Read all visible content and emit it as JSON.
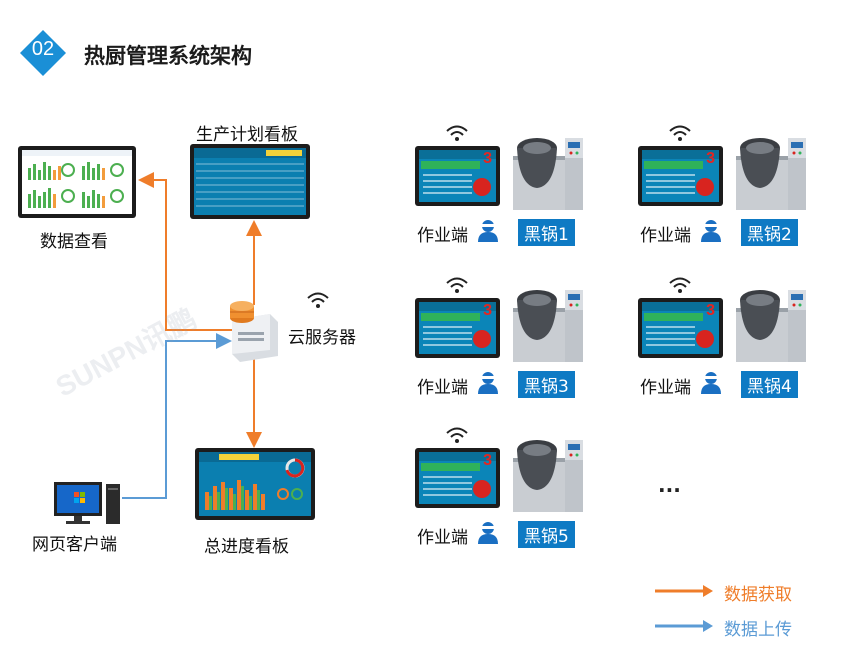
{
  "header": {
    "badge": "02",
    "title": "热厨管理系统架构"
  },
  "nodes": {
    "data_view": "数据查看",
    "production_board": "生产计划看板",
    "cloud_server": "云服务器",
    "web_client": "网页客户端",
    "progress_board": "总进度看板"
  },
  "watermark": "SUNPN讯鹏",
  "stations": [
    {
      "terminal_label": "作业端",
      "wok_label": "黑锅1",
      "screen_num": "3"
    },
    {
      "terminal_label": "作业端",
      "wok_label": "黑锅2",
      "screen_num": "3"
    },
    {
      "terminal_label": "作业端",
      "wok_label": "黑锅3",
      "screen_num": "3"
    },
    {
      "terminal_label": "作业端",
      "wok_label": "黑锅4",
      "screen_num": "3"
    },
    {
      "terminal_label": "作业端",
      "wok_label": "黑锅5",
      "screen_num": "3"
    }
  ],
  "ellipsis": "···",
  "legend": {
    "items": [
      {
        "label": "数据获取",
        "color": "#ef7d2a"
      },
      {
        "label": "数据上传",
        "color": "#5b9bd5"
      }
    ]
  },
  "colors": {
    "badge": "#1a8fd6",
    "orange": "#ef7d2a",
    "blue": "#5b9bd5",
    "wok_badge": "#0e7ac4"
  }
}
